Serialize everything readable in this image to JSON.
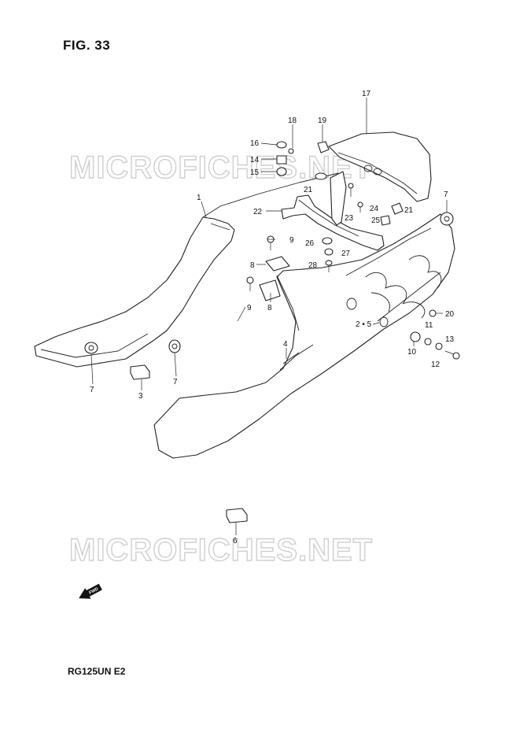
{
  "figure": {
    "title": "FIG. 33",
    "model_code": "RG125UN  E2"
  },
  "watermark": {
    "text": "MICROFICHES.NET",
    "color": "#cfcfcf"
  },
  "fwd_arrow": {
    "label": "FWD",
    "icon": "forward-direction-arrow-icon"
  },
  "callouts": [
    {
      "id": "c17",
      "label": "17"
    },
    {
      "id": "c18",
      "label": "18"
    },
    {
      "id": "c19",
      "label": "19"
    },
    {
      "id": "c16",
      "label": "16"
    },
    {
      "id": "c14",
      "label": "14"
    },
    {
      "id": "c15",
      "label": "15"
    },
    {
      "id": "c1",
      "label": "1"
    },
    {
      "id": "c21a",
      "label": "21"
    },
    {
      "id": "c24",
      "label": "24"
    },
    {
      "id": "c7a",
      "label": "7"
    },
    {
      "id": "c22",
      "label": "22"
    },
    {
      "id": "c23",
      "label": "23"
    },
    {
      "id": "c21b",
      "label": "21"
    },
    {
      "id": "c25",
      "label": "25"
    },
    {
      "id": "c9a",
      "label": "9"
    },
    {
      "id": "c26",
      "label": "26"
    },
    {
      "id": "c27",
      "label": "27"
    },
    {
      "id": "c8a",
      "label": "8"
    },
    {
      "id": "c28",
      "label": "28"
    },
    {
      "id": "c9b",
      "label": "9"
    },
    {
      "id": "c8b",
      "label": "8"
    },
    {
      "id": "c25b",
      "label": "2 • 5"
    },
    {
      "id": "c20",
      "label": "20"
    },
    {
      "id": "c11",
      "label": "11"
    },
    {
      "id": "c4",
      "label": "4"
    },
    {
      "id": "c13",
      "label": "13"
    },
    {
      "id": "c10",
      "label": "10"
    },
    {
      "id": "c12",
      "label": "12"
    },
    {
      "id": "c7b",
      "label": "7"
    },
    {
      "id": "c3",
      "label": "3"
    },
    {
      "id": "c7c",
      "label": "7"
    },
    {
      "id": "c6",
      "label": "6"
    }
  ]
}
